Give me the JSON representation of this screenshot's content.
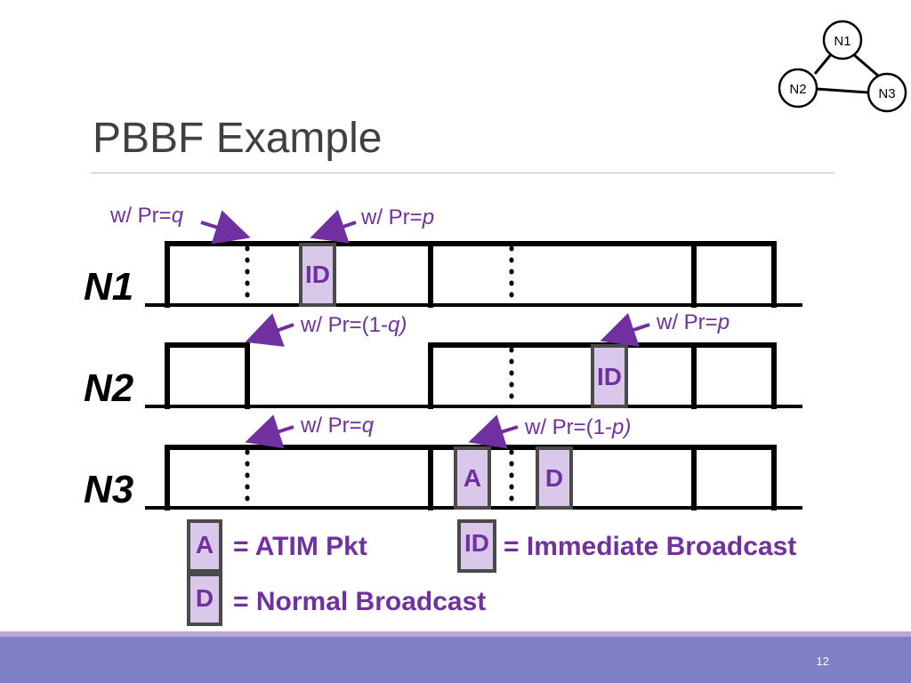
{
  "slide": {
    "title": "PBBF Example",
    "page_number": "12"
  },
  "topology": {
    "nodes": [
      "N1",
      "N2",
      "N3"
    ]
  },
  "rows": [
    {
      "label": "N1"
    },
    {
      "label": "N2"
    },
    {
      "label": "N3"
    }
  ],
  "annotations": {
    "n1_left_prefix": "w/ Pr=",
    "n1_left_var": "q",
    "n1_right_prefix": "w/ Pr=",
    "n1_right_var": "p",
    "n2_left_prefix": "w/ Pr=(1-",
    "n2_left_var": "q",
    "n2_left_suffix": ")",
    "n2_right_prefix": "w/ Pr=",
    "n2_right_var": "p",
    "n3_left_prefix": "w/ Pr=",
    "n3_left_var": "q",
    "n3_right_prefix": "w/ Pr=(1-",
    "n3_right_var": "p",
    "n3_right_suffix": ")"
  },
  "boxes": {
    "id": "ID",
    "atim": "A",
    "data": "D"
  },
  "legend": {
    "atim_symbol": "A",
    "atim_text": "= ATIM Pkt",
    "id_symbol": "ID",
    "id_text": "= Immediate Broadcast",
    "normal_symbol": "D",
    "normal_text": "= Normal Broadcast"
  },
  "colors": {
    "purple_text": "#7030a0",
    "box_fill": "#d9c8ea",
    "box_stroke": "#4a4a4a",
    "arrow": "#7030a0",
    "footer": "#8080c8",
    "title": "#404040"
  }
}
